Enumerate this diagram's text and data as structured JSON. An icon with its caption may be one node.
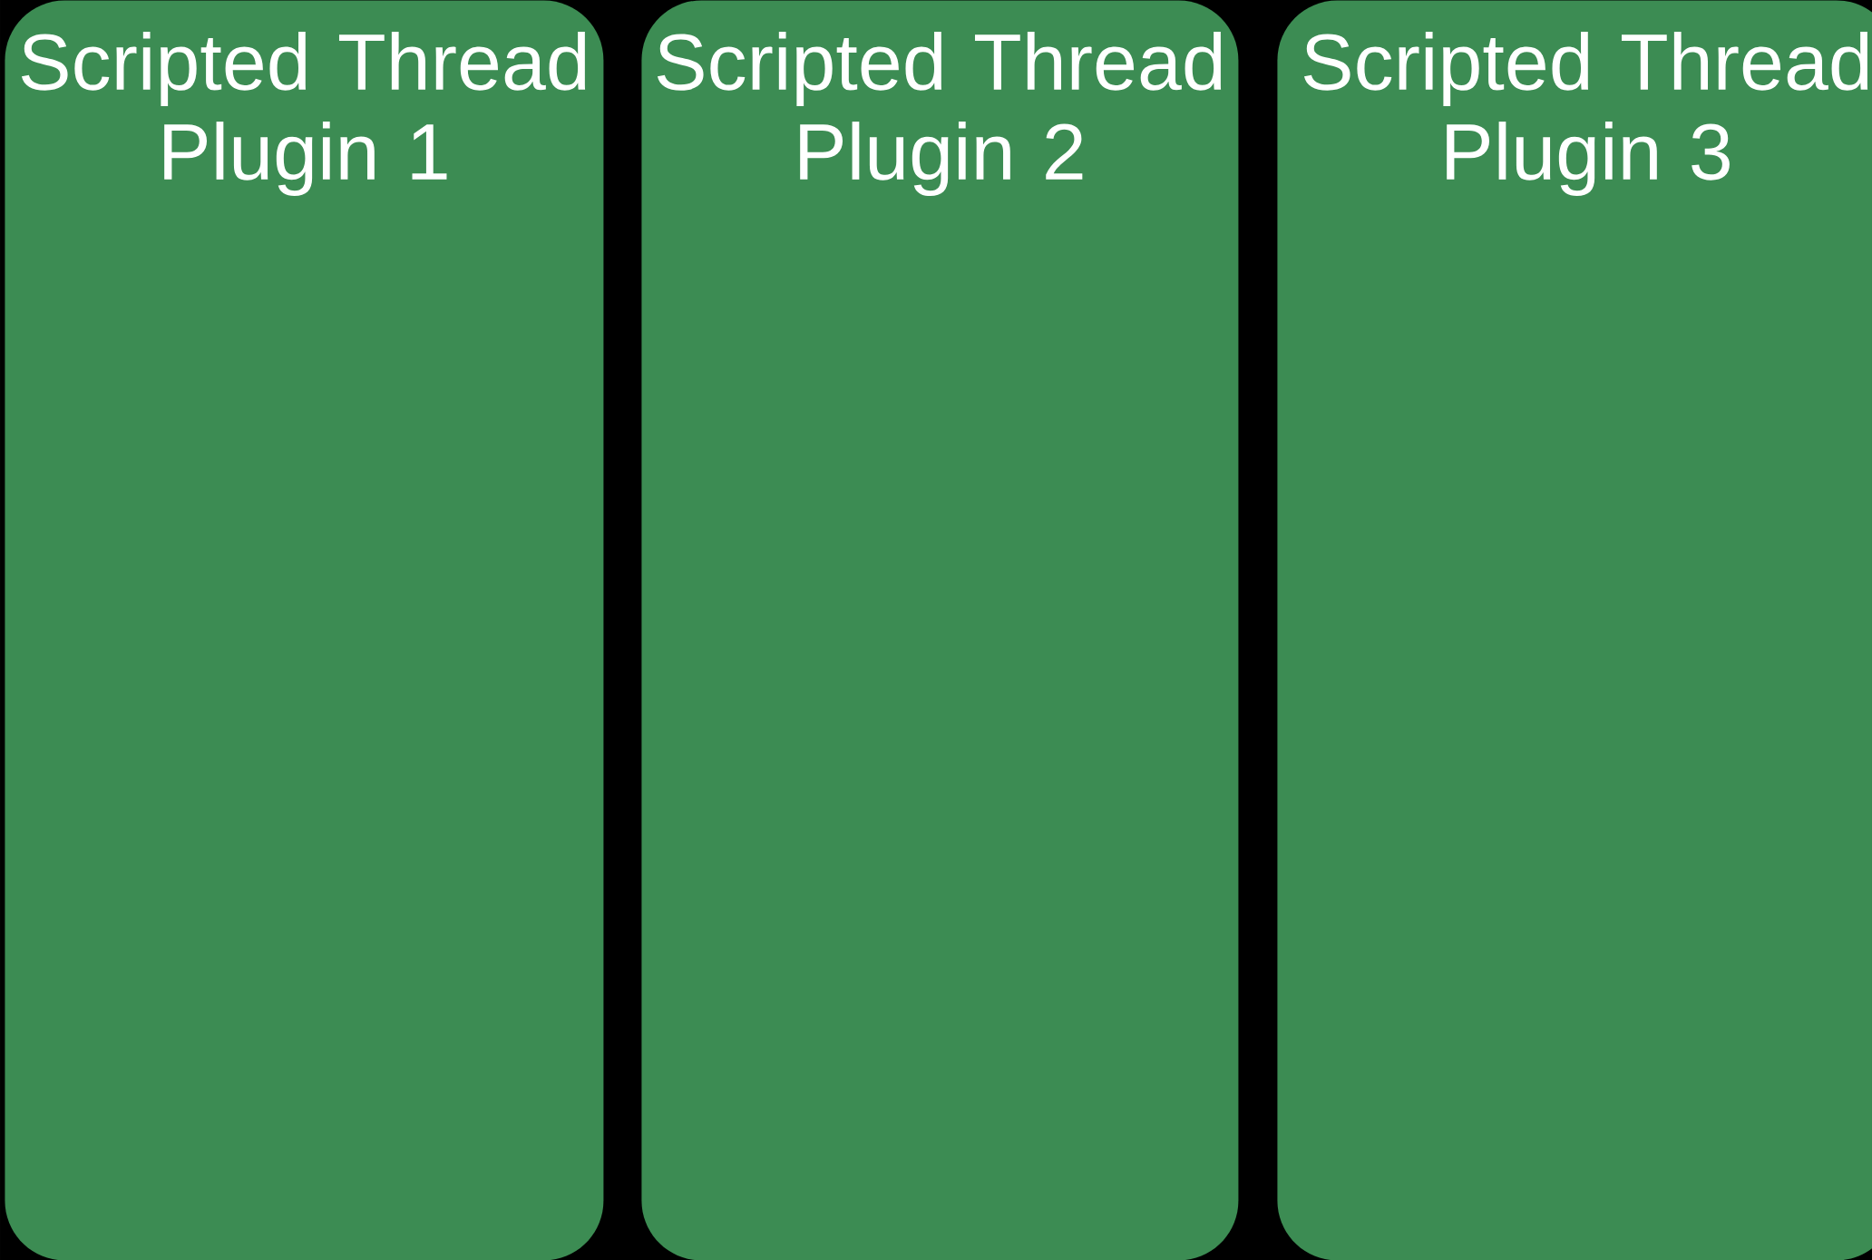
{
  "diagram": {
    "nodes": [
      {
        "text": [
          "Scripted Thread Plugin 1"
        ]
      },
      {
        "text": [
          "Scripted Thread Plugin 2"
        ]
      },
      {
        "text": [
          "Scripted Thread Plugin 3"
        ]
      }
    ]
  }
}
